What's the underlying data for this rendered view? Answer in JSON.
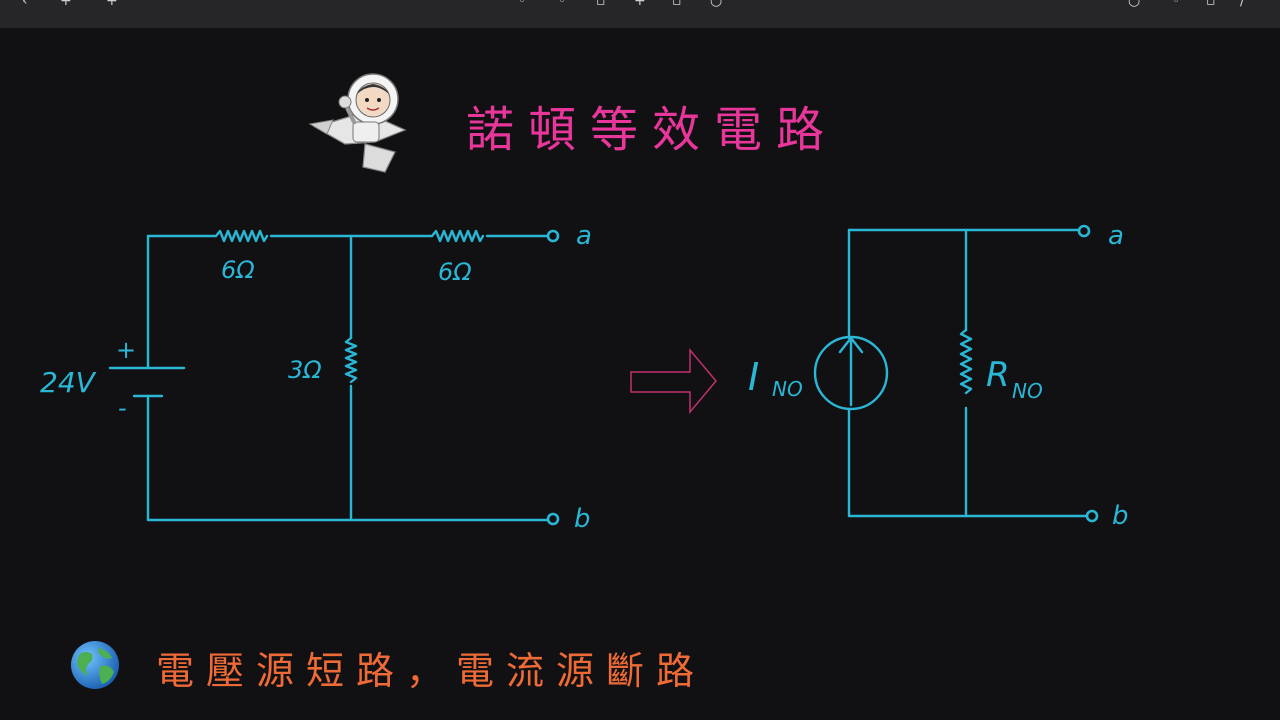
{
  "title": "諾頓等效電路",
  "footer": "電壓源短路，電流源斷路",
  "circuit_left": {
    "source_voltage": "24V",
    "plus_sign": "+",
    "minus_sign": "-",
    "r_series_left": "6Ω",
    "r_series_right": "6Ω",
    "r_shunt": "3Ω",
    "terminal_a": "a",
    "terminal_b": "b"
  },
  "circuit_right": {
    "current_source_label": "I",
    "current_source_sub": "NO",
    "resistor_label": "R",
    "resistor_sub": "NO",
    "terminal_a": "a",
    "terminal_b": "b"
  },
  "colors": {
    "wire": "#2ab7d6",
    "title": "#e8369b",
    "footer": "#ee6a36",
    "arrow": "#c2306f"
  },
  "icons": [
    "astronaut-mascot-icon",
    "globe-icon",
    "arrow-right-icon"
  ]
}
